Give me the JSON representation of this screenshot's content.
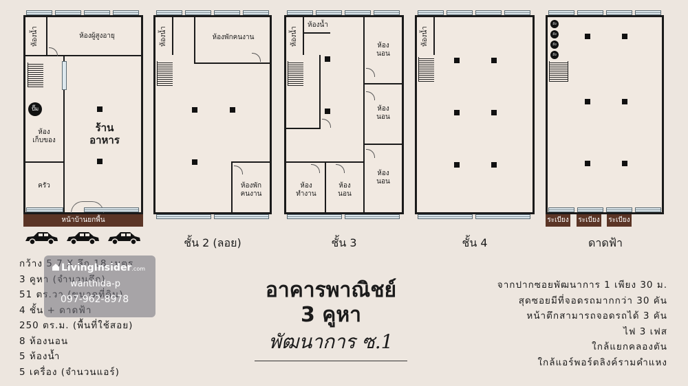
{
  "floors": {
    "ground": {
      "rooms": [
        "ห้องน้ำ",
        "ห้องผู้สูงอายุ",
        "ห้อง\nเก็บของ",
        "ครัว",
        "ร้าน\nอาหาร"
      ],
      "pump": "ปั๊ม",
      "front": "หน้าบ้านยกพื้น"
    },
    "floor2": {
      "rooms": [
        "ห้องน้ำ",
        "ห้องพักคนงาน",
        "ห้องพัก\nคนงาน"
      ],
      "label": "ชั้น 2 (ลอย)"
    },
    "floor3": {
      "rooms": [
        "ห้องน้ำ",
        "ห้องน้ำ",
        "ห้อง\nนอน",
        "ห้อง\nนอน",
        "ห้อง\nนอน",
        "ห้อง\nทำงาน",
        "ห้อง\nนอน"
      ],
      "label": "ชั้น 3"
    },
    "floor4": {
      "rooms": [
        "ห้องน้ำ"
      ],
      "label": "ชั้น 4"
    },
    "roof": {
      "tanks": [
        "ถัง",
        "ถัง",
        "ถัง",
        "ถัง"
      ],
      "balconies": [
        "ระเบียง",
        "ระเบียง",
        "ระเบียง"
      ],
      "label": "ดาดฟ้า"
    }
  },
  "specs": [
    "กว้าง 5.7 X ลึก 18 เมตร",
    "3 คูหา (จำนวนตึก)",
    "51 ตร.วา (ขนาดที่ดิน)",
    "4 ชั้น + ดาดฟ้า",
    "250 ตร.ม. (พื้นที่ใช้สอย)",
    "8 ห้องนอน",
    "5 ห้องน้ำ",
    "5 เครื่อง (จำนวนแอร์)"
  ],
  "watermark": {
    "brand": "LivingInsider",
    "brand_sub": ".com",
    "agent": "wanthida-p",
    "phone": "097-962-8978"
  },
  "title": {
    "line1": "อาคารพาณิชย์",
    "line2": "3 คูหา",
    "line3": "พัฒนาการ ซ.1"
  },
  "highlights": [
    "จากปากซอยพัฒนาการ 1 เพียง 30 ม.",
    "สุดซอยมีที่จอดรถมากกว่า 30 คัน",
    "หน้าตึกสามารถจอดรถได้ 3 คัน",
    "ไฟ 3 เฟส",
    "ใกล้แยกคลองตัน",
    "ใกล้แอร์พอร์ตลิงค์รามคำแหง"
  ],
  "colors": {
    "background": "#ede6df",
    "wall": "#1a1a1a",
    "accent_strip": "#5b3526"
  }
}
